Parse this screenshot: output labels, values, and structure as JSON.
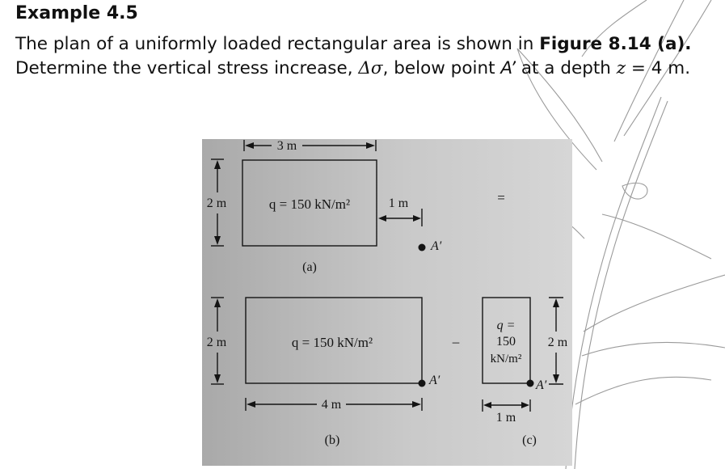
{
  "heading": "Example 4.5",
  "paragraph": {
    "part1": "The plan of a uniformly loaded rectangular area is shown in ",
    "figure_ref": "Figure 8.14 (a).",
    "part2": " Determine the vertical stress increase, ",
    "delta_sigma": "Δσ",
    "part3": ", below point ",
    "point": "A’",
    "part4": " at a depth ",
    "z": "z",
    "part5": " = 4 m."
  },
  "figure": {
    "panel_a": {
      "width_label": "3 m",
      "height_label": "2 m",
      "load_label": "q = 150 kN/m²",
      "offset_label": "1 m",
      "point_label": "A′",
      "equals": "=",
      "caption": "(a)"
    },
    "panel_b": {
      "height_label": "2 m",
      "load_label": "q = 150 kN/m²",
      "point_label": "A′",
      "width_label": "4 m",
      "caption": "(b)"
    },
    "minus": "–",
    "panel_c": {
      "load_q": "q =",
      "load_value": "150",
      "load_unit": "kN/m²",
      "height_label": "2 m",
      "point_label": "A′",
      "width_label": "1 m",
      "caption": "(c)"
    },
    "colors": {
      "background_light": "#cfcfcf",
      "background_dark": "#a9a9a9",
      "line": "#141414",
      "page_rule": "#8a8a8a"
    }
  }
}
